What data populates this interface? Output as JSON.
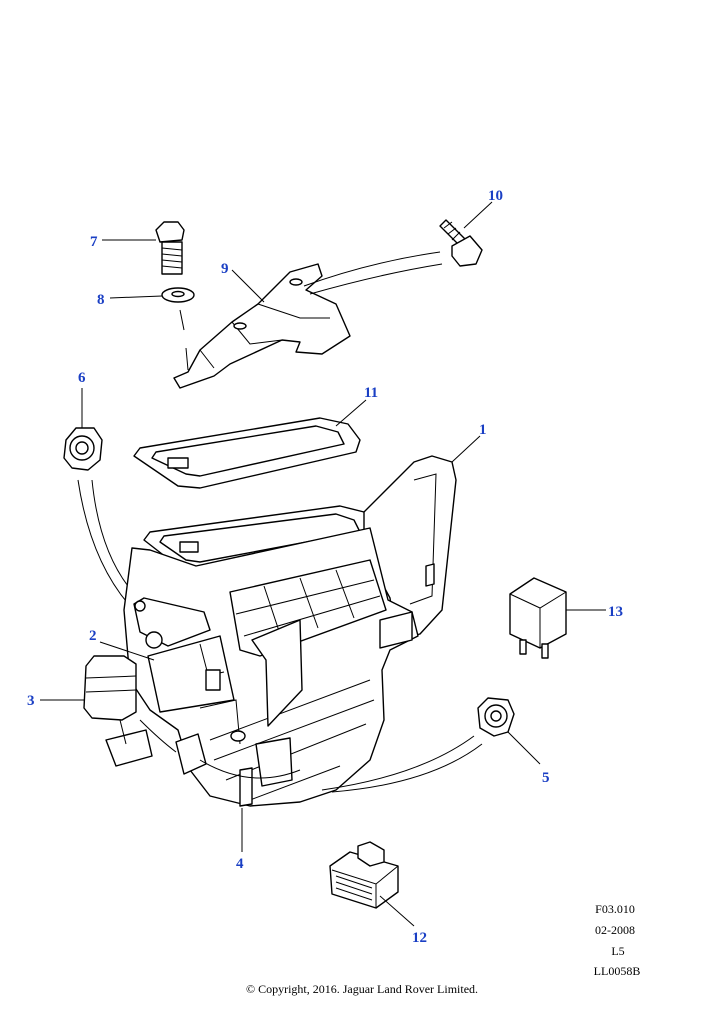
{
  "callouts": [
    "1",
    "2",
    "3",
    "4",
    "5",
    "6",
    "7",
    "8",
    "9",
    "10",
    "11",
    "12",
    "13"
  ],
  "info": {
    "ref": "F03.010",
    "date": "02-2008",
    "level": "L5",
    "drawing": "LL0058B"
  },
  "copyright": "© Copyright, 2016. Jaguar Land Rover Limited.",
  "colors": {
    "callout": "#1a3fc4",
    "line": "#000000",
    "background": "#ffffff"
  }
}
